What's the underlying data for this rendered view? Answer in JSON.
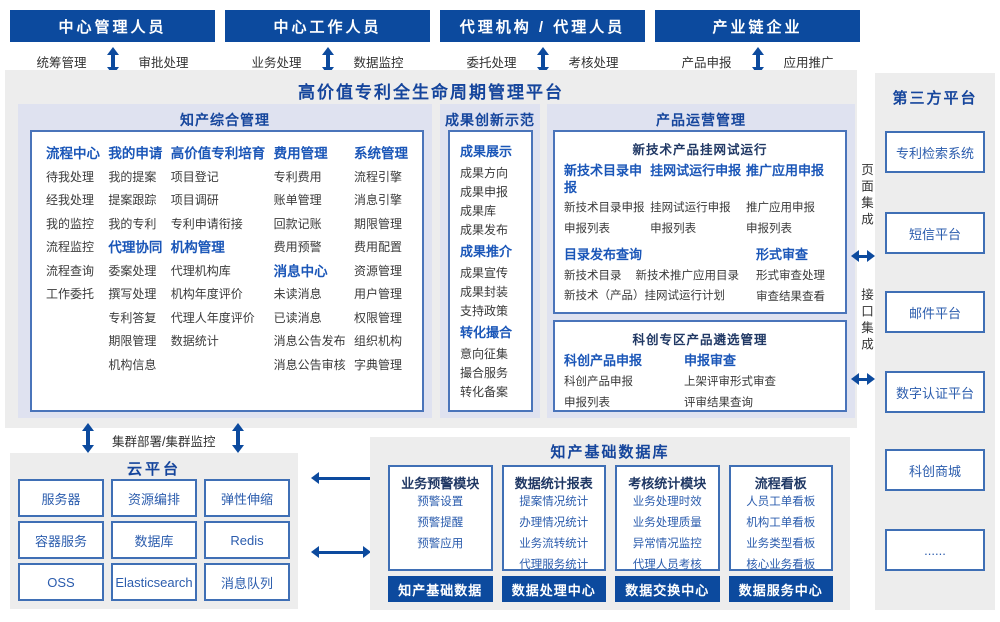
{
  "palette": {
    "navy": "#0c4a9e",
    "title_blue": "#15459c",
    "header_blue": "#1a56b8",
    "dark_header": "#203864",
    "item_gray": "#3a3a3a",
    "item_blue": "#2b5cad",
    "border_blue": "#4a74ba",
    "section_bg": "#dfe2f0",
    "panel_bg": "#ededed"
  },
  "actors": [
    {
      "title": "中心管理人员",
      "left": "统筹管理",
      "right": "审批处理"
    },
    {
      "title": "中心工作人员",
      "left": "业务处理",
      "right": "数据监控"
    },
    {
      "title": "代理机构 / 代理人员",
      "left": "委托处理",
      "right": "考核处理"
    },
    {
      "title": "产业链企业",
      "left": "产品申报",
      "right": "应用推广"
    }
  ],
  "platform": {
    "title": "高价值专利全生命周期管理平台",
    "sections": {
      "zhichan": {
        "title": "知产综合管理",
        "columns": [
          {
            "groups": [
              {
                "header": "流程中心",
                "items": [
                  "待我处理",
                  "经我处理",
                  "我的监控",
                  "流程监控",
                  "流程查询",
                  "工作委托"
                ]
              }
            ]
          },
          {
            "groups": [
              {
                "header": "我的申请",
                "items": [
                  "我的提案",
                  "提案跟踪",
                  "我的专利"
                ]
              },
              {
                "header": "代理协同",
                "items": [
                  "委案处理",
                  "撰写处理",
                  "专利答复",
                  "期限管理",
                  "机构信息"
                ]
              }
            ]
          },
          {
            "groups": [
              {
                "header": "高价值专利培育",
                "items": [
                  "项目登记",
                  "项目调研",
                  "专利申请衔接"
                ]
              },
              {
                "header": "机构管理",
                "items": [
                  "代理机构库",
                  "机构年度评价",
                  "代理人年度评价",
                  "数据统计"
                ]
              }
            ]
          },
          {
            "groups": [
              {
                "header": "费用管理",
                "items": [
                  "专利费用",
                  "账单管理",
                  "回款记账",
                  "费用预警"
                ]
              },
              {
                "header": "消息中心",
                "items": [
                  "未读消息",
                  "已读消息",
                  "消息公告发布",
                  "消息公告审核"
                ]
              }
            ]
          },
          {
            "groups": [
              {
                "header": "系统管理",
                "items": [
                  "流程引擎",
                  "消息引擎",
                  "期限管理",
                  "费用配置",
                  "资源管理",
                  "用户管理",
                  "权限管理",
                  "组织机构",
                  "字典管理"
                ]
              }
            ]
          }
        ]
      },
      "chengguo": {
        "title": "成果创新示范",
        "groups": [
          {
            "header": "成果展示",
            "items": [
              "成果方向",
              "成果申报",
              "成果库",
              "成果发布"
            ]
          },
          {
            "header": "成果推介",
            "items": [
              "成果宣传",
              "成果封装",
              "支持政策"
            ]
          },
          {
            "header": "转化撮合",
            "items": [
              "意向征集",
              "撮合服务",
              "转化备案"
            ]
          }
        ]
      },
      "chanpin": {
        "title": "产品运营管理",
        "subbox1": {
          "title": "新技术产品挂网试运行",
          "columns": [
            {
              "header": "新技术目录申报",
              "items": [
                "新技术目录申报",
                "申报列表"
              ]
            },
            {
              "header": "挂网试运行申报",
              "items": [
                "挂网试运行申报",
                "申报列表"
              ]
            },
            {
              "header": "推广应用申报",
              "items": [
                "推广应用申报",
                "申报列表"
              ]
            }
          ],
          "catalog": {
            "header": "目录发布查询",
            "rows": [
              [
                "新技术目录",
                "新技术推广应用目录"
              ],
              [
                "新技术（产品）挂网试运行计划"
              ]
            ]
          },
          "review": {
            "header": "形式审查",
            "items": [
              "形式审查处理",
              "审查结果查看"
            ]
          }
        },
        "subbox2": {
          "title": "科创专区产品遴选管理",
          "columns": [
            {
              "header": "科创产品申报",
              "items": [
                "科创产品申报",
                "申报列表"
              ]
            },
            {
              "header": "申报审查",
              "items": [
                "上架评审形式审查",
                "评审结果查询"
              ]
            }
          ]
        }
      }
    }
  },
  "integration": {
    "page": "页面集成",
    "interface": "接口集成"
  },
  "third_party": {
    "title": "第三方平台",
    "items": [
      "专利检索系统",
      "短信平台",
      "邮件平台",
      "数字认证平台",
      "科创商城",
      "......"
    ]
  },
  "cluster_label": "集群部署/集群监控",
  "cloud": {
    "title": "云平台",
    "items": [
      "服务器",
      "资源编排",
      "弹性伸缩",
      "容器服务",
      "数据库",
      "Redis",
      "OSS",
      "Elasticsearch",
      "消息队列"
    ]
  },
  "database": {
    "title": "知产基础数据库",
    "modules": [
      {
        "header": "业务预警模块",
        "items": [
          "预警设置",
          "预警提醒",
          "预警应用"
        ]
      },
      {
        "header": "数据统计报表",
        "items": [
          "提案情况统计",
          "办理情况统计",
          "业务流转统计",
          "代理服务统计"
        ]
      },
      {
        "header": "考核统计模块",
        "items": [
          "业务处理时效",
          "业务处理质量",
          "异常情况监控",
          "代理人员考核"
        ]
      },
      {
        "header": "流程看板",
        "items": [
          "人员工单看板",
          "机构工单看板",
          "业务类型看板",
          "核心业务看板"
        ]
      }
    ],
    "bars": [
      "知产基础数据",
      "数据处理中心",
      "数据交换中心",
      "数据服务中心"
    ]
  }
}
